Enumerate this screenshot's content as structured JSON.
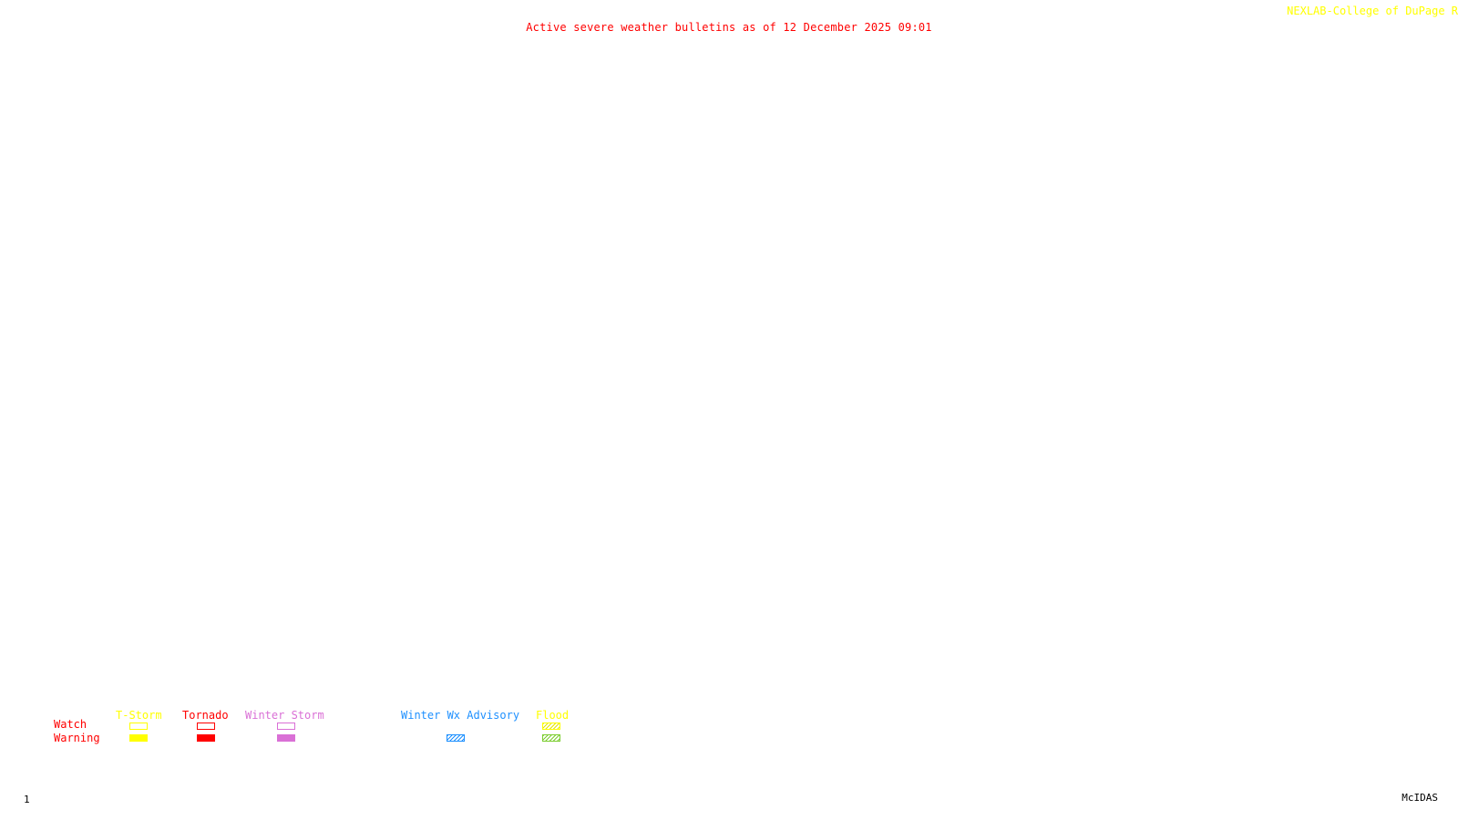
{
  "header": {
    "title": "Active severe weather bulletins as of 12 December 2025 09:01",
    "credit": "NEXLAB-College of DuPage R"
  },
  "legend": {
    "row_labels": {
      "watch": "Watch",
      "warning": "Warning"
    },
    "categories": [
      {
        "label": "T-Storm",
        "color": "#ffff00"
      },
      {
        "label": "Tornado",
        "color": "#ff0000"
      },
      {
        "label": "Winter Storm",
        "color": "#da70d6"
      },
      {
        "label": "Winter Wx Advisory",
        "color": "#1e90ff"
      },
      {
        "label": "Flood",
        "color": "#ffff00"
      }
    ]
  },
  "footer": {
    "frame_number": "1",
    "software": "McIDAS"
  }
}
